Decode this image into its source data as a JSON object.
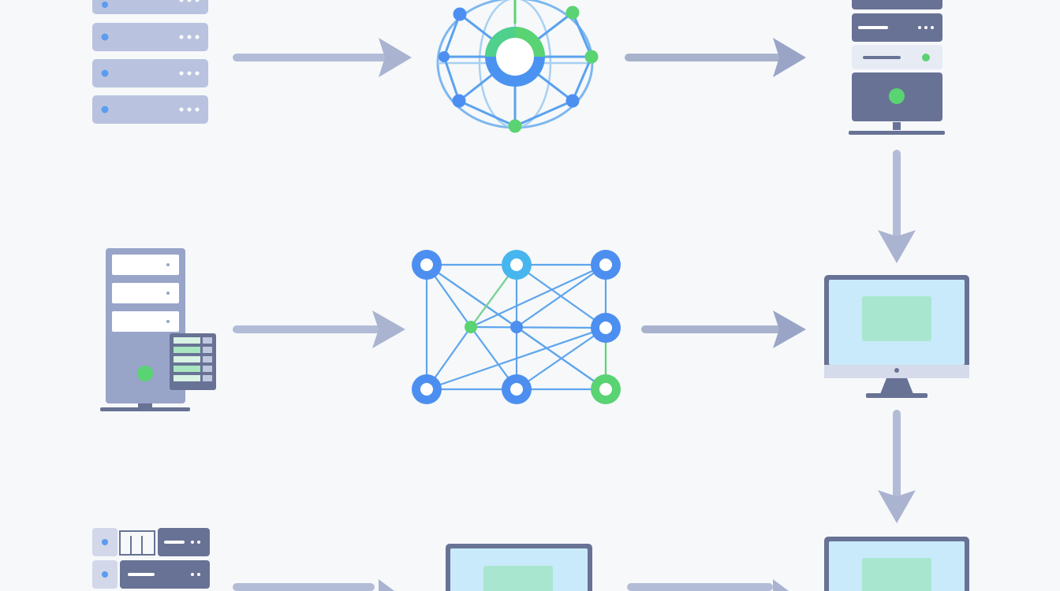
{
  "diagram": {
    "type": "network-data-flow",
    "texts": [],
    "colors": {
      "background": "#f6f8fa",
      "arrow": "#aab3d0",
      "arrow_dark": "#8f9bc0",
      "server_light": "#b9c3e0",
      "server_mid": "#98a4c8",
      "server_dark": "#687295",
      "screen": "#c9eafb",
      "screen_inner": "#a9e6cf",
      "node_blue": "#4c8ff0",
      "node_cyan": "#48b6ee",
      "node_green": "#5ad372",
      "edge_blue": "#6aa8ee",
      "edge_green": "#7cd38f"
    },
    "nodes": [
      {
        "id": "rack-top-left",
        "icon": "server-rack-icon",
        "row": 1,
        "col": 1
      },
      {
        "id": "globe-hub",
        "icon": "globe-network-icon",
        "row": 1,
        "col": 2
      },
      {
        "id": "server-top-right",
        "icon": "server-tower-icon",
        "row": 1,
        "col": 3
      },
      {
        "id": "tower-mid-left",
        "icon": "server-tower-icon",
        "row": 2,
        "col": 1
      },
      {
        "id": "mesh-network",
        "icon": "mesh-network-icon",
        "row": 2,
        "col": 2
      },
      {
        "id": "monitor-mid-right",
        "icon": "monitor-icon",
        "row": 2,
        "col": 3
      },
      {
        "id": "rack-bottom-left",
        "icon": "server-rack-icon",
        "row": 3,
        "col": 1
      },
      {
        "id": "monitor-bottom-mid",
        "icon": "monitor-icon",
        "row": 3,
        "col": 2
      },
      {
        "id": "monitor-bottom-right",
        "icon": "monitor-icon",
        "row": 3,
        "col": 3
      }
    ],
    "edges": [
      {
        "from": "rack-top-left",
        "to": "globe-hub"
      },
      {
        "from": "globe-hub",
        "to": "server-top-right"
      },
      {
        "from": "server-top-right",
        "to": "monitor-mid-right"
      },
      {
        "from": "tower-mid-left",
        "to": "mesh-network"
      },
      {
        "from": "mesh-network",
        "to": "monitor-mid-right"
      },
      {
        "from": "monitor-mid-right",
        "to": "monitor-bottom-right"
      },
      {
        "from": "rack-bottom-left",
        "to": "monitor-bottom-mid"
      },
      {
        "from": "monitor-bottom-mid",
        "to": "monitor-bottom-right"
      }
    ]
  }
}
